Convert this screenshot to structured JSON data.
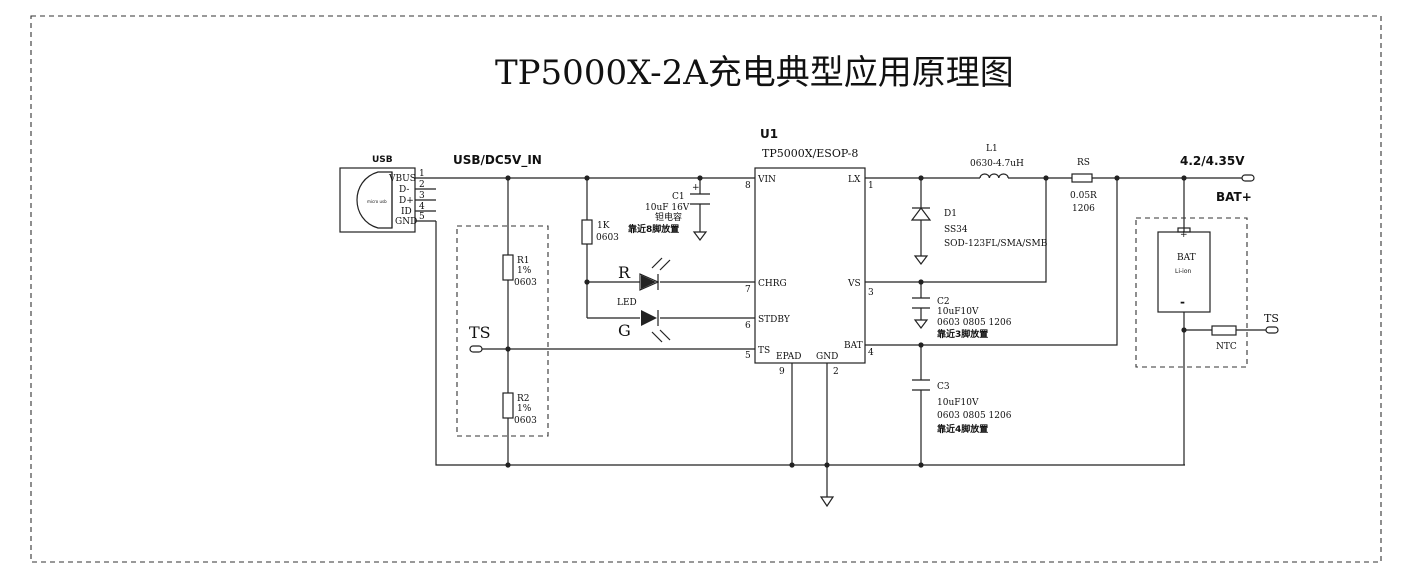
{
  "title": "TP5000X-2A充电典型应用原理图",
  "usb": {
    "label": "USB",
    "inner_label": "micro usb",
    "pins": [
      "VBUS",
      "D-",
      "D+",
      "ID",
      "GND"
    ],
    "pin_numbers": [
      "1",
      "2",
      "3",
      "4",
      "5"
    ],
    "net_label": "USB/DC5V_IN"
  },
  "ic": {
    "ref": "U1",
    "part": "TP5000X/ESOP-8",
    "pins": {
      "vin": {
        "name": "VIN",
        "num": "8"
      },
      "chrg": {
        "name": "CHRG",
        "num": "7"
      },
      "stdby": {
        "name": "STDBY",
        "num": "6"
      },
      "ts": {
        "name": "TS",
        "num": "5"
      },
      "epad": {
        "name": "EPAD",
        "num": "9"
      },
      "gnd": {
        "name": "GND",
        "num": "2"
      },
      "lx": {
        "name": "LX",
        "num": "1"
      },
      "vs": {
        "name": "VS",
        "num": "3"
      },
      "bat": {
        "name": "BAT",
        "num": "4"
      }
    }
  },
  "c1": {
    "ref": "C1",
    "value": "10uF 16V",
    "type": "钽电容",
    "note": "靠近8脚放置",
    "plus": "+"
  },
  "r1k": {
    "ref": "1K",
    "package": "0603"
  },
  "led": {
    "red": "R",
    "green": "G",
    "label": "LED"
  },
  "r1": {
    "ref": "R1",
    "tol": "1%",
    "package": "0603"
  },
  "r2": {
    "ref": "R2",
    "tol": "1%",
    "package": "0603"
  },
  "ts_left": "TS",
  "l1": {
    "ref": "L1",
    "value": "0630-4.7uH"
  },
  "rs": {
    "ref": "RS",
    "value": "0.05R",
    "package": "1206"
  },
  "d1": {
    "ref": "D1",
    "part": "SS34",
    "package": "SOD-123FL/SMA/SMB"
  },
  "c2": {
    "ref": "C2",
    "value": "10uF10V",
    "package": "0603  0805  1206",
    "note": "靠近3脚放置"
  },
  "c3": {
    "ref": "C3",
    "value": "10uF10V",
    "package": "0603  0805  1206",
    "note": "靠近4脚放置"
  },
  "output": {
    "label": "4.2/4.35V",
    "batplus": "BAT+"
  },
  "battery": {
    "ref": "BAT",
    "type": "Li-ion",
    "plus": "+",
    "minus": "-"
  },
  "ntc": {
    "ref": "NTC"
  },
  "ts_right": "TS"
}
